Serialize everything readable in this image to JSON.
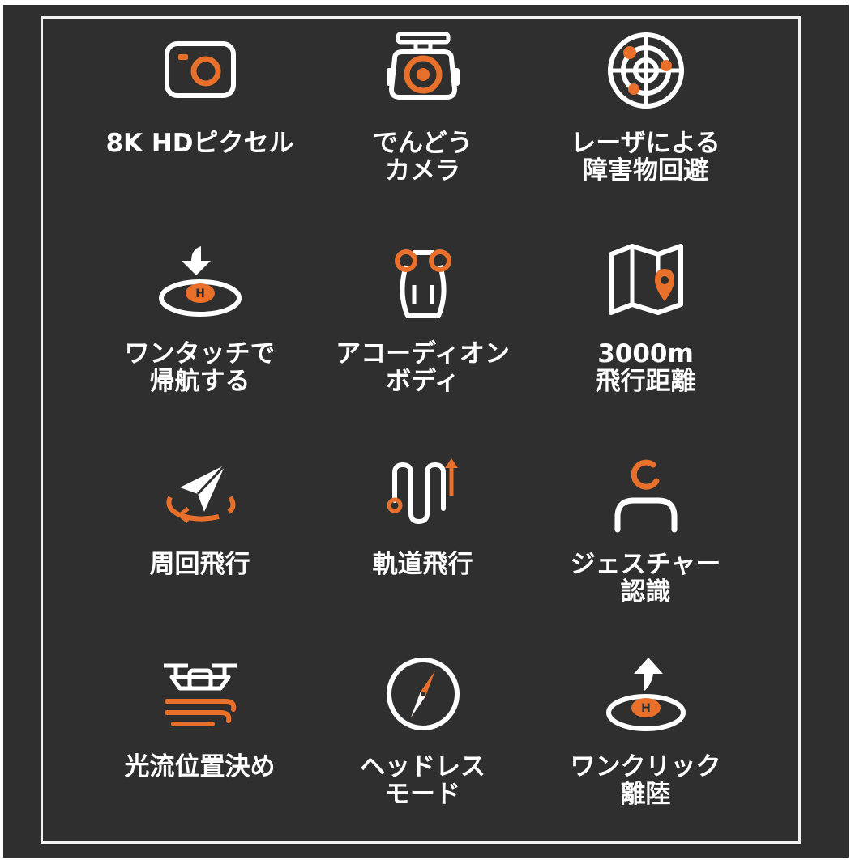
{
  "colors": {
    "accent": "#e8702a",
    "stroke": "#ffffff",
    "background": "#2f2f2f"
  },
  "features": [
    {
      "label": "8K HDピクセル",
      "icon": "camera-icon"
    },
    {
      "label": "でんどう\nカメラ",
      "icon": "gimbal-camera-icon"
    },
    {
      "label": "レーザによる\n障害物回避",
      "icon": "radar-icon"
    },
    {
      "label": "ワンタッチで\n帰航する",
      "icon": "return-home-icon"
    },
    {
      "label": "アコーディオン\nボディ",
      "icon": "foldable-body-icon"
    },
    {
      "label": "3000m\n飛行距離",
      "icon": "map-pin-icon"
    },
    {
      "label": "周回飛行",
      "icon": "orbit-flight-icon"
    },
    {
      "label": "軌道飛行",
      "icon": "trajectory-icon"
    },
    {
      "label": "ジェスチャー\n認識",
      "icon": "gesture-user-icon"
    },
    {
      "label": "光流位置決め",
      "icon": "optical-flow-drone-icon"
    },
    {
      "label": "ヘッドレス\nモード",
      "icon": "compass-icon"
    },
    {
      "label": "ワンクリック\n離陸",
      "icon": "takeoff-icon"
    }
  ]
}
